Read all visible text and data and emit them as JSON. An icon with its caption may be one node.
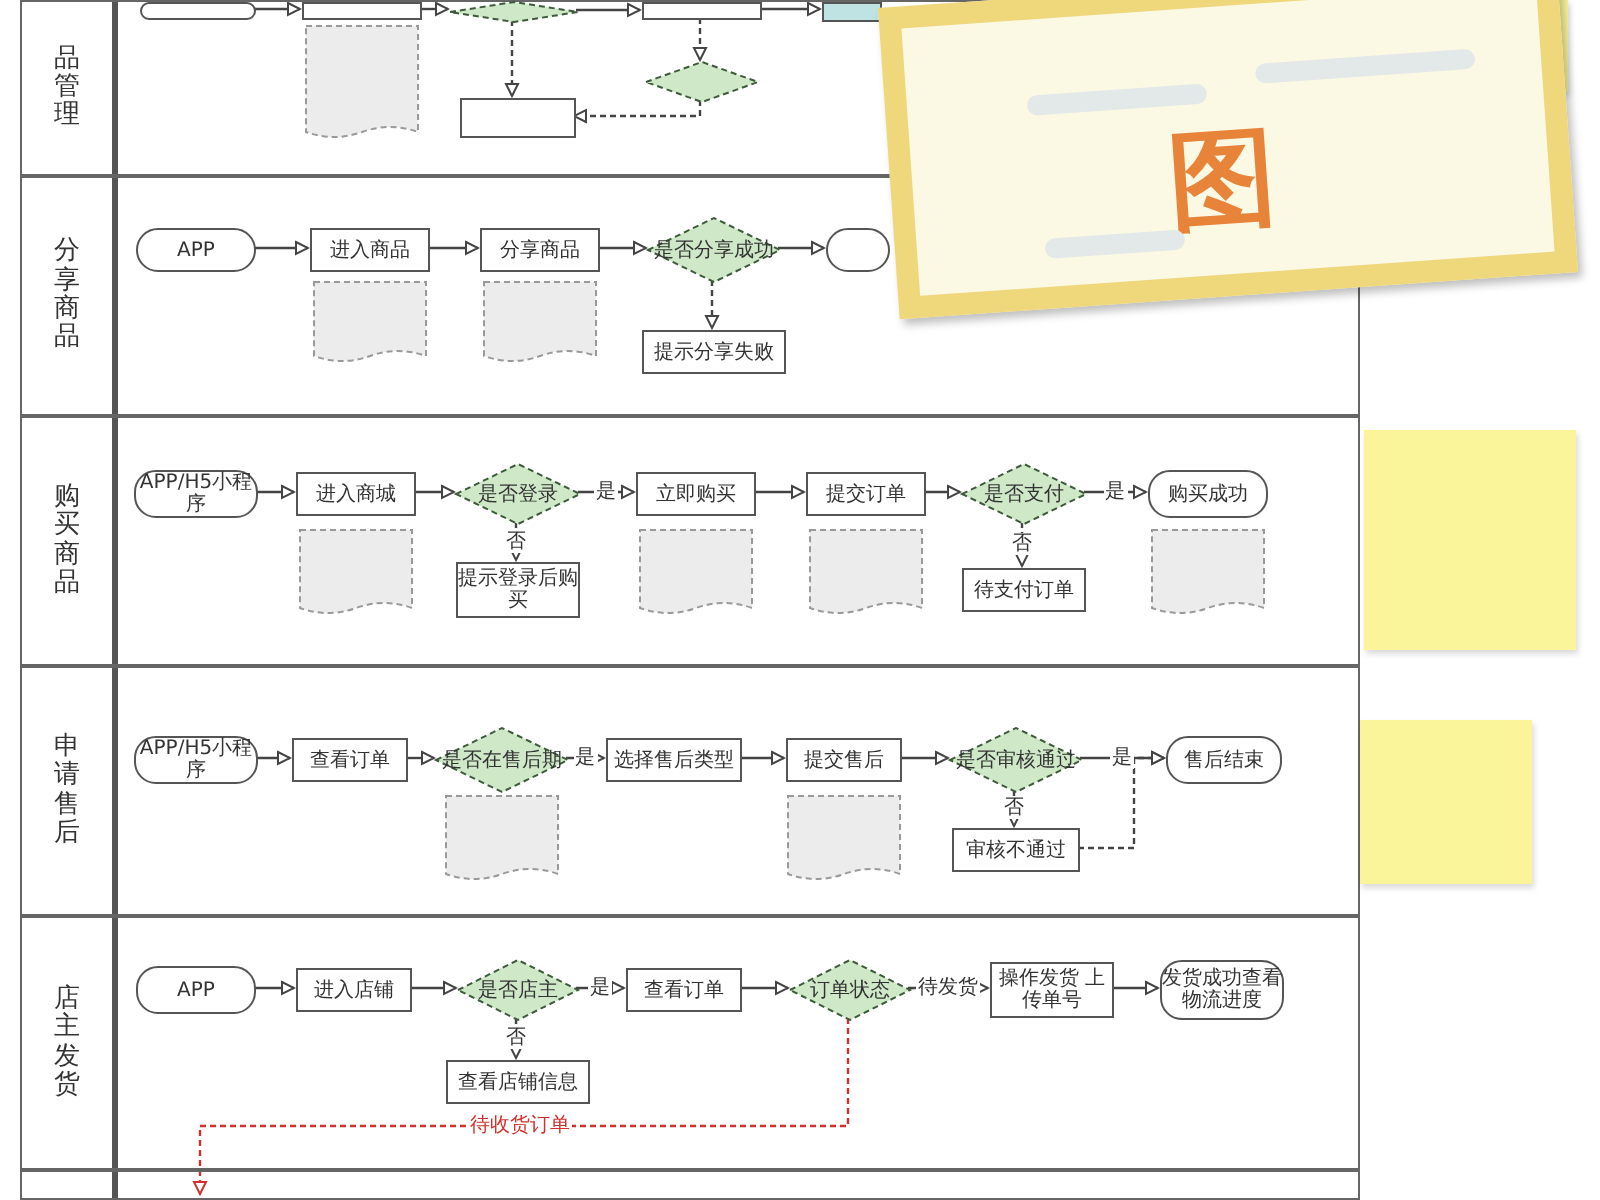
{
  "diagram": {
    "nodes": [
      {
        "text": [
          "品管理"
        ]
      },
      {
        "text": [],
        "shape": "box",
        "in": 0
      },
      {
        "text": [],
        "shape": "box",
        "in": 0
      },
      {
        "text": [],
        "shape": "diamond",
        "in": 0
      },
      {
        "text": [],
        "shape": "box",
        "in": 0
      },
      {
        "text": [],
        "shape": "box",
        "in": 0
      },
      {
        "text": [],
        "shape": "document",
        "in": 0
      },
      {
        "text": [],
        "shape": "diamond",
        "in": 0
      },
      {
        "text": [],
        "shape": "box",
        "in": 0
      },
      {
        "text": [
          "分享商品"
        ]
      },
      {
        "text": [
          "APP"
        ],
        "in": 9
      },
      {
        "text": [
          "进入商品"
        ],
        "in": 9
      },
      {
        "text": [
          "分享商品"
        ],
        "in": 9
      },
      {
        "text": [
          "是否分享成功"
        ],
        "in": 9
      },
      {
        "text": [],
        "shape": "box",
        "in": 9
      },
      {
        "text": [],
        "shape": "document",
        "in": 9
      },
      {
        "text": [],
        "shape": "document",
        "in": 9
      },
      {
        "text": [
          "提示分享失败"
        ],
        "in": 9
      },
      {
        "text": [
          "购买商品"
        ]
      },
      {
        "text": [
          "APP/H5小程序"
        ],
        "in": 18
      },
      {
        "text": [
          "进入商城"
        ],
        "in": 18
      },
      {
        "text": [
          "是否登录"
        ],
        "in": 18
      },
      {
        "text": [
          "立即购买"
        ],
        "in": 18
      },
      {
        "text": [
          "提交订单"
        ],
        "in": 18
      },
      {
        "text": [
          "是否支付"
        ],
        "in": 18
      },
      {
        "text": [
          "购买成功"
        ],
        "in": 18
      },
      {
        "text": [],
        "shape": "document",
        "in": 18
      },
      {
        "text": [
          "提示登录后购买"
        ],
        "in": 18
      },
      {
        "text": [],
        "shape": "document",
        "in": 18
      },
      {
        "text": [],
        "shape": "document",
        "in": 18
      },
      {
        "text": [
          "待支付订单"
        ],
        "in": 18
      },
      {
        "text": [],
        "shape": "document",
        "in": 18
      },
      {
        "text": [
          "申请售后"
        ]
      },
      {
        "text": [
          "APP/H5小程序"
        ],
        "in": 32
      },
      {
        "text": [
          "查看订单"
        ],
        "in": 32
      },
      {
        "text": [
          "是否在售后期"
        ],
        "in": 32
      },
      {
        "text": [
          "选择售后类型"
        ],
        "in": 32
      },
      {
        "text": [
          "提交售后"
        ],
        "in": 32
      },
      {
        "text": [
          "是否审核通过"
        ],
        "in": 32
      },
      {
        "text": [
          "售后结束"
        ],
        "in": 32
      },
      {
        "text": [],
        "shape": "document",
        "in": 32
      },
      {
        "text": [],
        "shape": "document",
        "in": 32
      },
      {
        "text": [
          "审核不通过"
        ],
        "in": 32
      },
      {
        "text": [
          "店主发货"
        ]
      },
      {
        "text": [
          "APP"
        ],
        "in": 43
      },
      {
        "text": [
          "进入店铺"
        ],
        "in": 43
      },
      {
        "text": [
          "是否店主"
        ],
        "in": 43
      },
      {
        "text": [
          "查看订单"
        ],
        "in": 43
      },
      {
        "text": [
          "订单状态"
        ],
        "in": 43
      },
      {
        "text": [
          "操作发货 上传单号"
        ],
        "in": 43
      },
      {
        "text": [
          "发货成功查看物流进度"
        ],
        "in": 43
      },
      {
        "text": [
          "查看店铺信息"
        ],
        "in": 43
      },
      {
        "text": [],
        "shape": "box"
      },
      {
        "text": [
          "图"
        ]
      },
      {
        "text": [],
        "shape": "box"
      },
      {
        "text": [],
        "shape": "box"
      }
    ],
    "edges": [
      {
        "from": 1,
        "to": 2,
        "arrow": "to"
      },
      {
        "from": 2,
        "to": 3,
        "arrow": "to"
      },
      {
        "from": 3,
        "to": 4,
        "arrow": "to"
      },
      {
        "from": 4,
        "to": 5,
        "arrow": "to"
      },
      {
        "from": 3,
        "to": 8,
        "arrow": "to",
        "style": "dashed"
      },
      {
        "from": 4,
        "to": 7,
        "arrow": "to",
        "style": "dashed"
      },
      {
        "from": 7,
        "to": 8,
        "arrow": "to",
        "style": "dashed"
      },
      {
        "from": 10,
        "to": 11,
        "arrow": "to"
      },
      {
        "from": 11,
        "to": 12,
        "arrow": "to"
      },
      {
        "from": 12,
        "to": 13,
        "arrow": "to"
      },
      {
        "from": 13,
        "to": 14,
        "arrow": "to"
      },
      {
        "from": 13,
        "to": 17,
        "arrow": "to",
        "style": "dashed"
      },
      {
        "from": 19,
        "to": 20,
        "arrow": "to"
      },
      {
        "from": 20,
        "to": 21,
        "arrow": "to"
      },
      {
        "from": 21,
        "to": 22,
        "arrow": "to",
        "label": "是"
      },
      {
        "from": 22,
        "to": 23,
        "arrow": "to"
      },
      {
        "from": 23,
        "to": 24,
        "arrow": "to"
      },
      {
        "from": 24,
        "to": 25,
        "arrow": "to",
        "label": "是"
      },
      {
        "from": 21,
        "to": 27,
        "arrow": "to",
        "label": "否",
        "style": "dashed"
      },
      {
        "from": 24,
        "to": 30,
        "arrow": "to",
        "label": "否",
        "style": "dashed"
      },
      {
        "from": 33,
        "to": 34,
        "arrow": "to"
      },
      {
        "from": 34,
        "to": 35,
        "arrow": "to"
      },
      {
        "from": 35,
        "to": 36,
        "arrow": "to",
        "label": "是"
      },
      {
        "from": 36,
        "to": 37,
        "arrow": "to"
      },
      {
        "from": 37,
        "to": 38,
        "arrow": "to"
      },
      {
        "from": 38,
        "to": 39,
        "arrow": "to",
        "label": "是"
      },
      {
        "from": 38,
        "to": 42,
        "arrow": "to",
        "label": "否",
        "style": "dashed"
      },
      {
        "from": 42,
        "to": 39,
        "arrow": "to",
        "style": "dashed"
      },
      {
        "from": 44,
        "to": 45,
        "arrow": "to"
      },
      {
        "from": 45,
        "to": 46,
        "arrow": "to"
      },
      {
        "from": 46,
        "to": 47,
        "arrow": "to",
        "label": "是"
      },
      {
        "from": 47,
        "to": 48,
        "arrow": "to"
      },
      {
        "from": 48,
        "to": 49,
        "arrow": "to",
        "label": "待发货"
      },
      {
        "from": 49,
        "to": 50,
        "arrow": "to"
      },
      {
        "from": 46,
        "to": 51,
        "arrow": "to",
        "label": "否",
        "style": "dashed"
      },
      {
        "from": 48,
        "to": 52,
        "arrow": "to",
        "label": "待收货订单",
        "style": "dashed",
        "color": "#d0312d"
      }
    ]
  }
}
